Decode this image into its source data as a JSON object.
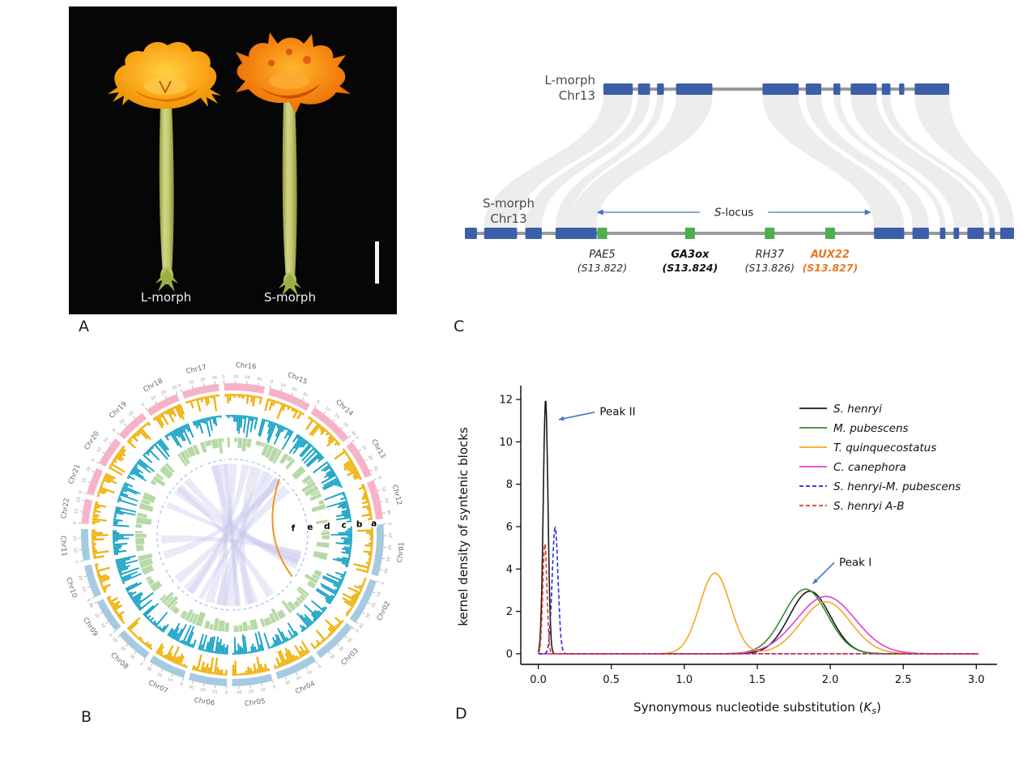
{
  "panels": {
    "A": {
      "label": "A",
      "morphs": [
        {
          "name": "L-morph"
        },
        {
          "name": "S-morph"
        }
      ]
    },
    "B": {
      "label": "B"
    },
    "C": {
      "label": "C",
      "top_bar_label_line1": "L-morph",
      "top_bar_label_line2": "Chr13",
      "bottom_bar_label_line1": "S-morph",
      "bottom_bar_label_line2": "Chr13",
      "locus_label": "S-locus"
    },
    "D": {
      "label": "D"
    }
  },
  "chart_data": [
    {
      "id": "synteny",
      "type": "synteny-diagram",
      "top_blocks": [
        [
          0.0,
          0.085
        ],
        [
          0.1,
          0.135
        ],
        [
          0.155,
          0.175
        ],
        [
          0.21,
          0.315
        ],
        [
          0.46,
          0.565
        ],
        [
          0.585,
          0.63
        ],
        [
          0.665,
          0.685
        ],
        [
          0.715,
          0.79
        ],
        [
          0.805,
          0.83
        ],
        [
          0.855,
          0.87
        ],
        [
          0.9,
          1.0
        ]
      ],
      "bottom_blocks": [
        [
          0.0,
          0.022
        ],
        [
          0.035,
          0.095
        ],
        [
          0.11,
          0.14
        ],
        [
          0.165,
          0.24
        ],
        [
          0.745,
          0.8
        ],
        [
          0.815,
          0.845
        ],
        [
          0.865,
          0.875
        ],
        [
          0.89,
          0.9
        ],
        [
          0.915,
          0.945
        ],
        [
          0.955,
          0.965
        ],
        [
          0.975,
          1.0
        ]
      ],
      "links": [
        [
          0.0,
          0.085,
          0.035,
          0.095
        ],
        [
          0.1,
          0.135,
          0.11,
          0.14
        ],
        [
          0.155,
          0.175,
          0.165,
          0.19
        ],
        [
          0.21,
          0.315,
          0.19,
          0.24
        ],
        [
          0.46,
          0.565,
          0.745,
          0.8
        ],
        [
          0.585,
          0.63,
          0.815,
          0.845
        ],
        [
          0.665,
          0.685,
          0.865,
          0.875
        ],
        [
          0.715,
          0.79,
          0.89,
          0.945
        ],
        [
          0.805,
          0.83,
          0.955,
          0.965
        ],
        [
          0.9,
          1.0,
          0.975,
          1.0
        ]
      ],
      "slocus_span": [
        0.24,
        0.74
      ],
      "genes": [
        {
          "name": "PAE5",
          "id": "(S13.822)",
          "pos": 0.25,
          "color": "#2b2b2b",
          "bold": false
        },
        {
          "name": "GA3ox",
          "id": "(S13.824)",
          "pos": 0.41,
          "color": "#111111",
          "bold": true
        },
        {
          "name": "RH37",
          "id": "(S13.826)",
          "pos": 0.555,
          "color": "#2b2b2b",
          "bold": false
        },
        {
          "name": "AUX22",
          "id": "(S13.827)",
          "pos": 0.665,
          "color": "#e87722",
          "bold": true
        }
      ],
      "colors": {
        "backbone": "#9a9a9a",
        "block": "#3d5fa9",
        "gene": "#4caf50",
        "ribbon": "#eaeaea",
        "locus_arrow": "#4472c4"
      }
    },
    {
      "id": "circos",
      "type": "circos",
      "start_angle_deg": -4,
      "gap_deg": 2,
      "tick_step": 10,
      "track_letters": [
        "f",
        "e",
        "d",
        "c",
        "b",
        "a"
      ],
      "chromosomes": [
        {
          "name": "Chr01",
          "size": 46,
          "group": "blue"
        },
        {
          "name": "Chr02",
          "size": 41,
          "group": "blue"
        },
        {
          "name": "Chr03",
          "size": 39,
          "group": "blue"
        },
        {
          "name": "Chr04",
          "size": 37,
          "group": "blue"
        },
        {
          "name": "Chr05",
          "size": 36,
          "group": "blue"
        },
        {
          "name": "Chr06",
          "size": 34,
          "group": "blue"
        },
        {
          "name": "Chr07",
          "size": 33,
          "group": "blue"
        },
        {
          "name": "Chr08",
          "size": 31,
          "group": "blue"
        },
        {
          "name": "Chr09",
          "size": 30,
          "group": "blue"
        },
        {
          "name": "Chr10",
          "size": 29,
          "group": "blue"
        },
        {
          "name": "Chr11",
          "size": 28,
          "group": "blue"
        },
        {
          "name": "Chr22",
          "size": 22,
          "group": "pink"
        },
        {
          "name": "Chr21",
          "size": 24,
          "group": "pink"
        },
        {
          "name": "Chr20",
          "size": 26,
          "group": "pink"
        },
        {
          "name": "Chr19",
          "size": 28,
          "group": "pink"
        },
        {
          "name": "Chr18",
          "size": 30,
          "group": "pink"
        },
        {
          "name": "Chr17",
          "size": 33,
          "group": "pink"
        },
        {
          "name": "Chr16",
          "size": 36,
          "group": "pink"
        },
        {
          "name": "Chr15",
          "size": 38,
          "group": "pink"
        },
        {
          "name": "Chr14",
          "size": 40,
          "group": "pink"
        },
        {
          "name": "Chr13",
          "size": 34,
          "group": "pink"
        },
        {
          "name": "Chr12",
          "size": 35,
          "group": "pink"
        }
      ],
      "colors": {
        "blue": "#a6cbe0",
        "pink": "#f6b3c7",
        "track_b": "#f0b10a",
        "track_c": "#17a2c4",
        "track_d": "#b6d9a6",
        "track_e": "#a9c9e6",
        "link": "#c8c8ee",
        "highlight_link": "#f0961e"
      }
    },
    {
      "id": "ks",
      "type": "line",
      "ylabel": "kernel density of syntenic blocks",
      "xlabel_parts": {
        "prefix": "Synonymous nucleotide substitution (",
        "k": "K",
        "sub": "s",
        "suffix": ")"
      },
      "xlim": [
        -0.12,
        3.12
      ],
      "ylim": [
        -0.5,
        12.5
      ],
      "xticks": [
        "0.0",
        "0.5",
        "1.0",
        "1.5",
        "2.0",
        "2.5",
        "3.0"
      ],
      "xtick_vals": [
        0,
        0.5,
        1,
        1.5,
        2,
        2.5,
        3
      ],
      "yticks": [
        "0",
        "2",
        "4",
        "6",
        "8",
        "10",
        "12"
      ],
      "ytick_vals": [
        0,
        2,
        4,
        6,
        8,
        10,
        12
      ],
      "grid": false,
      "legend_pos": "top-right",
      "series": [
        {
          "name": "S. henryi",
          "color": "#1a1a1a",
          "dash": false,
          "peaks": [
            {
              "mu": 0.05,
              "sigma": 0.016,
              "amp": 12.0
            },
            {
              "mu": 1.86,
              "sigma": 0.14,
              "amp": 2.95
            }
          ]
        },
        {
          "name": "M. pubescens",
          "color": "#338a33",
          "dash": false,
          "peaks": [
            {
              "mu": 1.83,
              "sigma": 0.15,
              "amp": 3.05
            }
          ]
        },
        {
          "name": "T. quinquecostatus",
          "color": "#f5a623",
          "dash": false,
          "peaks": [
            {
              "mu": 1.21,
              "sigma": 0.105,
              "amp": 3.8
            },
            {
              "mu": 1.97,
              "sigma": 0.17,
              "amp": 2.45
            }
          ]
        },
        {
          "name": "C. canephora",
          "color": "#e53bd4",
          "dash": false,
          "peaks": [
            {
              "mu": 1.97,
              "sigma": 0.2,
              "amp": 2.7
            }
          ]
        },
        {
          "name": "S. henryi-M. pubescens",
          "color": "#2b2bd5",
          "dash": true,
          "peaks": [
            {
              "mu": 0.115,
              "sigma": 0.02,
              "amp": 5.95
            }
          ]
        },
        {
          "name": "S. henryi A-B",
          "color": "#e8362a",
          "dash": true,
          "peaks": [
            {
              "mu": 0.045,
              "sigma": 0.014,
              "amp": 5.2
            }
          ]
        }
      ],
      "annotations": [
        {
          "text": "Peak II",
          "x": 0.42,
          "y": 11.25,
          "ax": 0.14,
          "ay": 11.05,
          "color": "#4472c4"
        },
        {
          "text": "Peak I",
          "x": 2.06,
          "y": 4.15,
          "ax": 1.88,
          "ay": 3.3,
          "color": "#4472c4"
        }
      ]
    }
  ]
}
